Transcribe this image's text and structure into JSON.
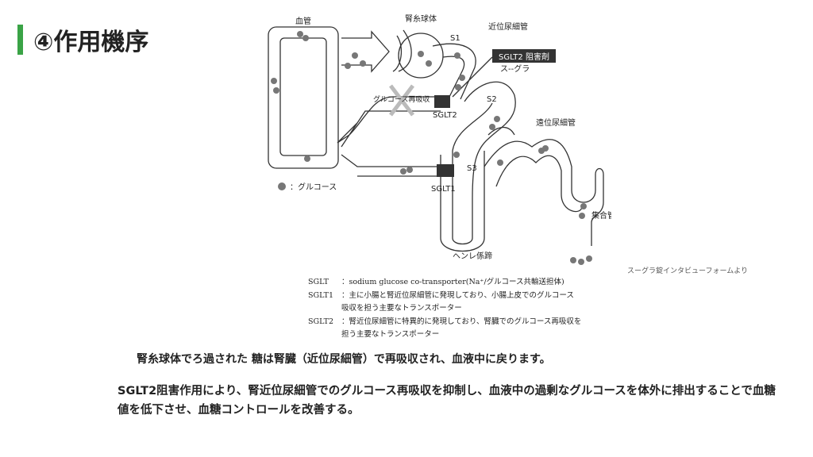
{
  "title": "④作用機序",
  "diagram": {
    "blood_vessel": "血管",
    "glomerulus": "腎糸球体",
    "proximal_tubule": "近位尿細管",
    "s1": "S1",
    "s2": "S2",
    "s3": "S3",
    "inhibitor_badge": "SGLT2 阻害剤",
    "drug_name": "ス--グラ",
    "reabsorption": "グルコース再吸収",
    "sglt2": "SGLT2",
    "sglt1": "SGLT1",
    "distal_tubule": "遠位尿細管",
    "collecting_duct": "集合管",
    "loop_of_henle": "ヘンレ係蹄",
    "glucose_legend": "：グルコース"
  },
  "credit": "スーグラ錠インタビューフォームより",
  "legend": [
    {
      "key": "SGLT",
      "lines": [
        "：sodium glucose co-transporter(Na⁺/グルコース共輸送担体)"
      ]
    },
    {
      "key": "SGLT1",
      "lines": [
        "：主に小腸と腎近位尿細管に発現しており、小腸上皮でのグルコース",
        "吸収を担う主要なトランスポーター"
      ]
    },
    {
      "key": "SGLT2",
      "lines": [
        "：腎近位尿細管に特異的に発現しており、腎臓でのグルコース再吸収を",
        "担う主要なトランスポーター"
      ]
    }
  ],
  "body": {
    "line1": "腎糸球体でろ過された 糖は腎臓（近位尿細管）で再吸収され、血液中に戻ります。",
    "line2": "SGLT2阻害作用により、腎近位尿細管でのグルコース再吸収を抑制し、血液中の過剰なグルコースを体外に排出することで血糖値を低下させ、血糖コントロールを改善する。"
  }
}
